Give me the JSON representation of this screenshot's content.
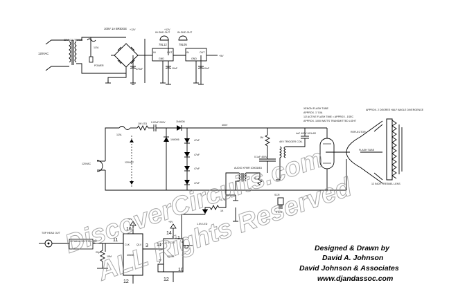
{
  "power_supply": {
    "input_label": "120VAC",
    "transformer_label": "28VAC/6 TRANS",
    "fuse_label": "1/2A",
    "led_label": "POWER",
    "bridge_label": "100V 1A BRIDGE",
    "cap1_label": "470uF",
    "reg1_label": "78L12",
    "reg1_pins": "IN GND OUT",
    "reg1_out_pin": "OUT",
    "reg1_in_pin": "IN",
    "reg1_gnd_pin": "GND",
    "rail1_label": "+12V",
    "cap2_label": "10uF",
    "reg2_label": "78L05",
    "reg2_pins": "IN GND OUT",
    "reg2_out_pin": "OUT",
    "reg2_in_pin": "IN",
    "reg2_gnd_pin": "GND",
    "rail2_label": "+5V",
    "cap3_label": "10uF",
    "rail0_label": "+12V"
  },
  "flash_section": {
    "tube_header_1": "XENON FLASH TUBE",
    "tube_header_2": "APPROX. 1\" DIA",
    "tube_header_3": "1/2 ACTIVE FLASH TIME = APPROX. .1SEC",
    "tube_header_4": "APPROX. 1000 WATTS TRANSMITTED LIGHT",
    "fuse_label": "1/2A",
    "r1_label": "1W 47Ω",
    "cap_label": "0.22uF 200V",
    "diode_label": "1N4006",
    "rail_label": "400V",
    "mains_label": "120VAC",
    "diodes_label": "1N4006",
    "caps_labels": [
      "47uF",
      "47uF",
      "47uF",
      "47uF"
    ],
    "mid_label": "120VAC",
    "trigger_cap": "4uF 400V MYLAR",
    "trigger_coil": "4KV TRIGGER COIL",
    "r2_label": "1M",
    "cap_small": "0.1uF 400V",
    "audio_xfmr": "AUDIO XFMR 1000Ω/8Ω",
    "r3_label": "1K",
    "scr_label": "SCR",
    "scr_pins": "K A G",
    "reflector_label": "REFLECTOR",
    "flash_tube_label": "FLASH TUBE",
    "beam_label": "APPROX. 2 DEGREE HALF ANGLE DIVERGENCE",
    "lens_label": "12 INCH FRESNEL LENS",
    "r4_label": "4.7K",
    "led2_label": "1.5V LED",
    "r5_label": "1K"
  },
  "timing_section": {
    "sensor_label": "TOP HEAD OUT",
    "crystal_label": "32768Hz CRYSTAL 555",
    "vcc1": "+5V",
    "vcc2": "+5V",
    "ic1_name": "4060B",
    "ic1_clk": "CLK",
    "ic1_q": "Q14",
    "ic2_name": "4013B",
    "ic2_pins": "Q D CLK",
    "r_label": "10M",
    "cap_label": "22pF",
    "pin_11a": "11",
    "pin_16a": "16",
    "pin_3": "3",
    "pin_12a": "12",
    "pin_14": "14",
    "pin_11b": "11",
    "pin_12b": "12",
    "pin_1": "1",
    "pin_7": "7",
    "pin_10": "10",
    "pin_12c": "12"
  },
  "watermark": {
    "line1": "DiscoverCircuits.com",
    "line2": "ALL Rights Reserved"
  },
  "credits": {
    "line1": "Designed & Drawn by",
    "line2": "David A. Johnson",
    "line3": "David Johnson & Associates",
    "line4": "www.djandassoc.com"
  }
}
